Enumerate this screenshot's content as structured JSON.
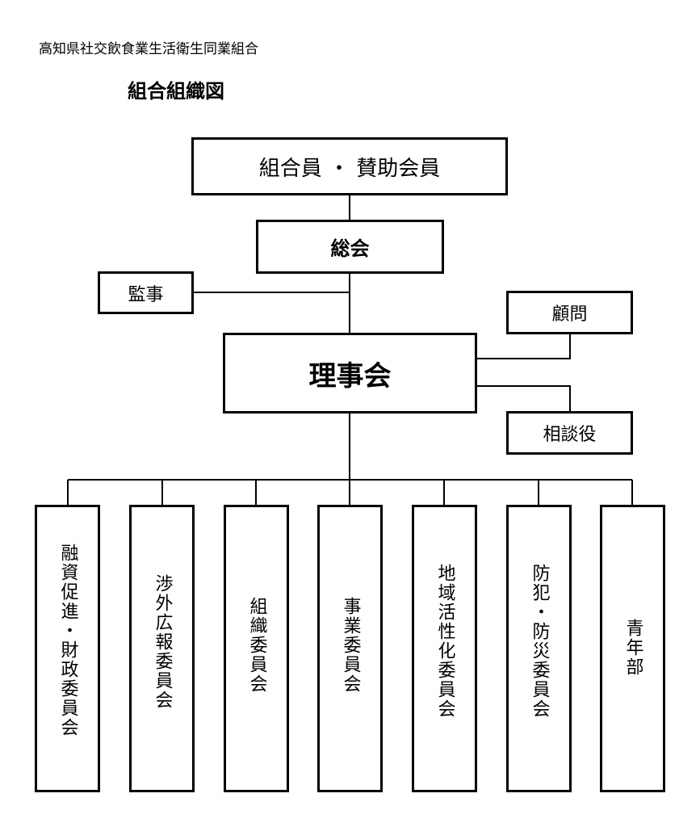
{
  "header": {
    "organization_name": "高知県社交飲食業生活衛生同業組合",
    "title": "組合組織図"
  },
  "nodes": {
    "members": "組合員 ・ 賛助会員",
    "general_assembly": "総会",
    "auditor": "監事",
    "advisor": "顧問",
    "board": "理事会",
    "consultant": "相談役"
  },
  "committees": [
    "融資促進・財政委員会",
    "渉外広報委員会",
    "組織委員会",
    "事業委員会",
    "地域活性化委員会",
    "防犯・防災委員会",
    "青年部"
  ]
}
